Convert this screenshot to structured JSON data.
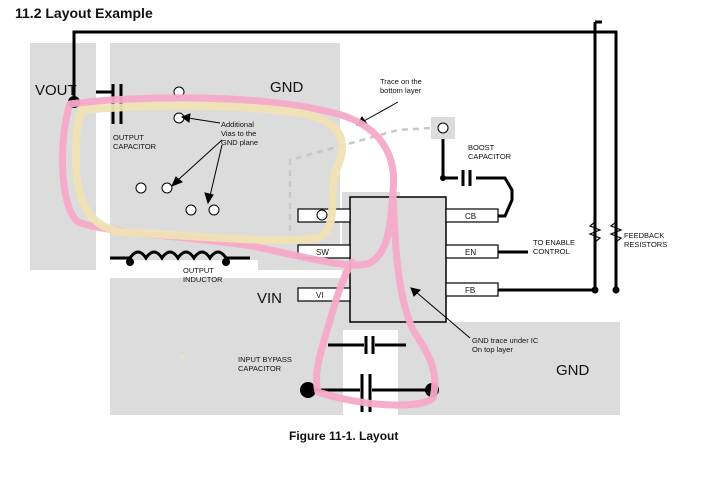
{
  "heading": "11.2 Layout Example",
  "caption": "Figure 11-1. Layout",
  "regions": {
    "vout": "VOUT",
    "gnd_top": "GND",
    "vin": "VIN",
    "gnd_bottom": "GND"
  },
  "labels": {
    "output_capacitor": [
      "OUTPUT",
      "CAPACITOR"
    ],
    "additional_vias": [
      "Additional",
      "Vias to the",
      "GND plane"
    ],
    "trace_bottom": [
      "Trace on the",
      "bottom layer"
    ],
    "boost_capacitor": [
      "BOOST",
      "CAPACITOR"
    ],
    "to_enable_control": [
      "TO ENABLE",
      "CONTROL"
    ],
    "feedback_resistors": [
      "FEEDBACK",
      "RESISTORS"
    ],
    "output_inductor": [
      "OUTPUT",
      "INDUCTOR"
    ],
    "input_bypass_capacitor": [
      "INPUT BYPASS",
      "CAPACITOR"
    ],
    "gnd_trace_under_ic": [
      "GND trace under IC",
      "On top layer"
    ]
  },
  "pins": {
    "cb": "CB",
    "en": "EN",
    "fb": "FB",
    "vin_pin": "VI",
    "sw_pin": "SW"
  },
  "colors": {
    "copper": "#dcdcdc",
    "trace": "#000000",
    "pink_marker": "#f6a9c9",
    "yellow_marker": "#efe2b4",
    "dashed_trace": "#c8c8c8"
  }
}
